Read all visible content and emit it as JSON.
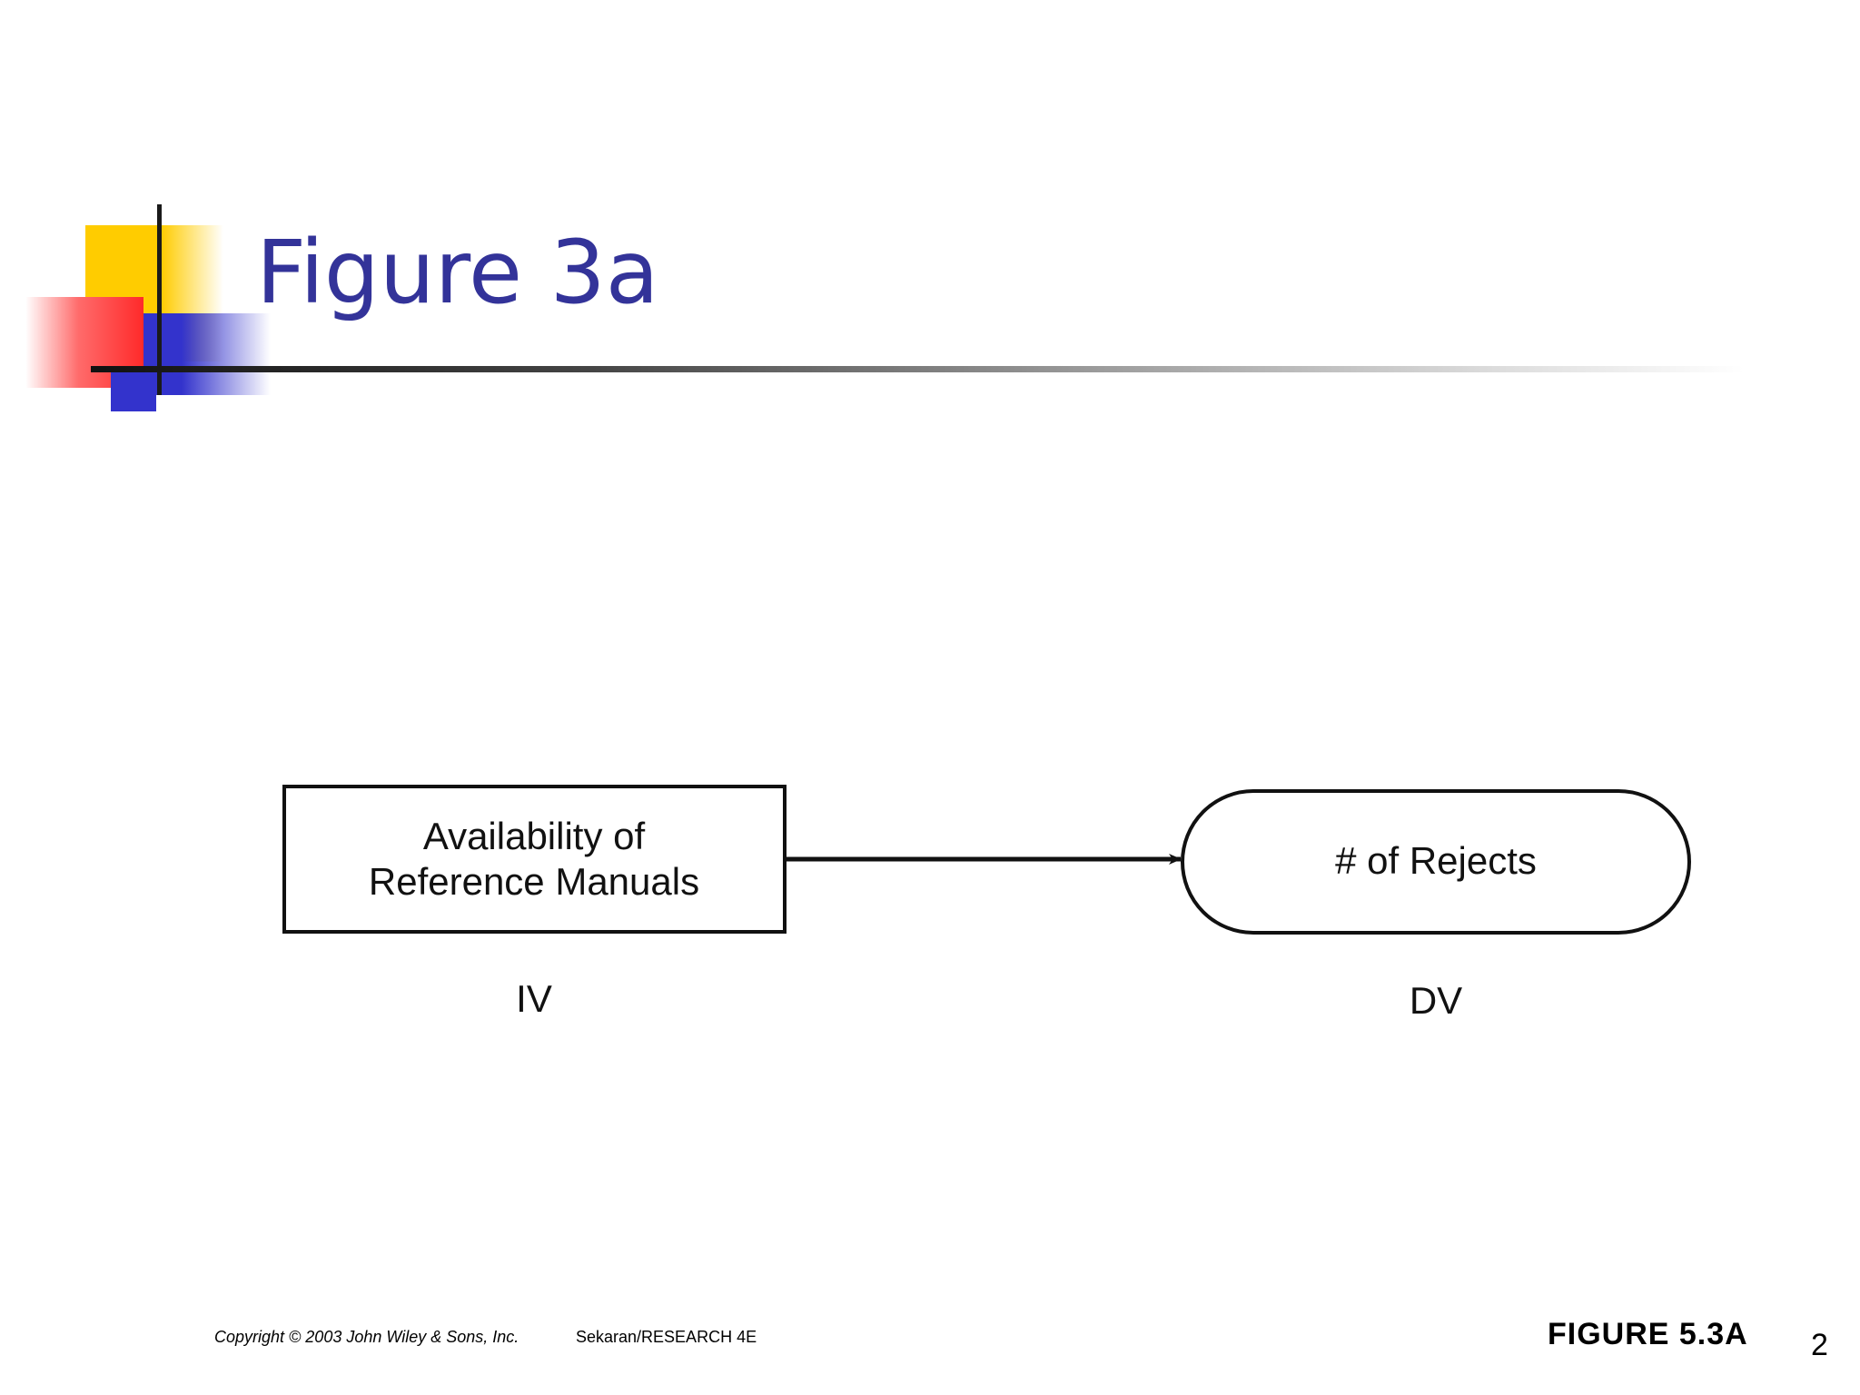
{
  "slide": {
    "title": "Figure 3a",
    "title_color": "#333399"
  },
  "decoration": {
    "colors": {
      "yellow": "#ffcc00",
      "red": "#ff2a2a",
      "blue": "#3333cc"
    }
  },
  "diagram": {
    "iv_box": {
      "line1": "Availability of",
      "line2": "Reference Manuals",
      "label": "IV"
    },
    "dv_box": {
      "text": "# of Rejects",
      "label": "DV"
    },
    "arrow": "right-arrow"
  },
  "footer": {
    "copyright": "Copyright © 2003 John Wiley & Sons, Inc.",
    "book": "Sekaran/RESEARCH 4E",
    "figure_label": "FIGURE 5.3A",
    "page_number": "2"
  }
}
